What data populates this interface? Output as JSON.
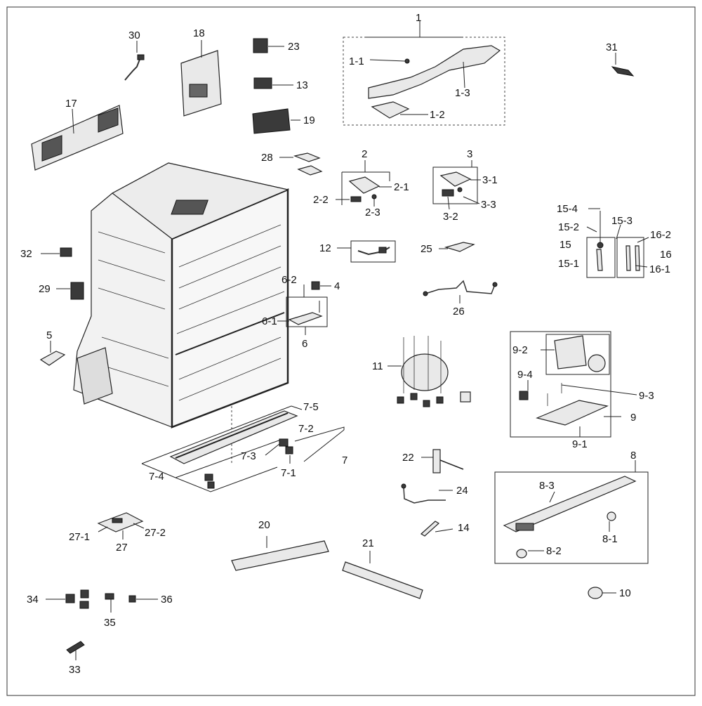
{
  "labels": {
    "p1": "1",
    "p1_1": "1-1",
    "p1_2": "1-2",
    "p1_3": "1-3",
    "p2": "2",
    "p2_1": "2-1",
    "p2_2": "2-2",
    "p2_3": "2-3",
    "p3": "3",
    "p3_1": "3-1",
    "p3_2": "3-2",
    "p3_3": "3-3",
    "p4": "4",
    "p5": "5",
    "p6": "6",
    "p6_1": "6-1",
    "p6_2": "6-2",
    "p7": "7",
    "p7_1": "7-1",
    "p7_2": "7-2",
    "p7_3": "7-3",
    "p7_4": "7-4",
    "p7_5": "7-5",
    "p8": "8",
    "p8_1": "8-1",
    "p8_2": "8-2",
    "p8_3": "8-3",
    "p9": "9",
    "p9_1": "9-1",
    "p9_2": "9-2",
    "p9_3": "9-3",
    "p9_4": "9-4",
    "p10": "10",
    "p11": "11",
    "p12": "12",
    "p13": "13",
    "p14": "14",
    "p15": "15",
    "p15_1": "15-1",
    "p15_2": "15-2",
    "p15_3": "15-3",
    "p15_4": "15-4",
    "p16": "16",
    "p16_1": "16-1",
    "p16_2": "16-2",
    "p17": "17",
    "p18": "18",
    "p19": "19",
    "p20": "20",
    "p21": "21",
    "p22": "22",
    "p23": "23",
    "p24": "24",
    "p25": "25",
    "p26": "26",
    "p27": "27",
    "p27_1": "27-1",
    "p27_2": "27-2",
    "p28": "28",
    "p29": "29",
    "p30": "30",
    "p31": "31",
    "p32": "32",
    "p33": "33",
    "p34": "34",
    "p35": "35",
    "p36": "36"
  }
}
